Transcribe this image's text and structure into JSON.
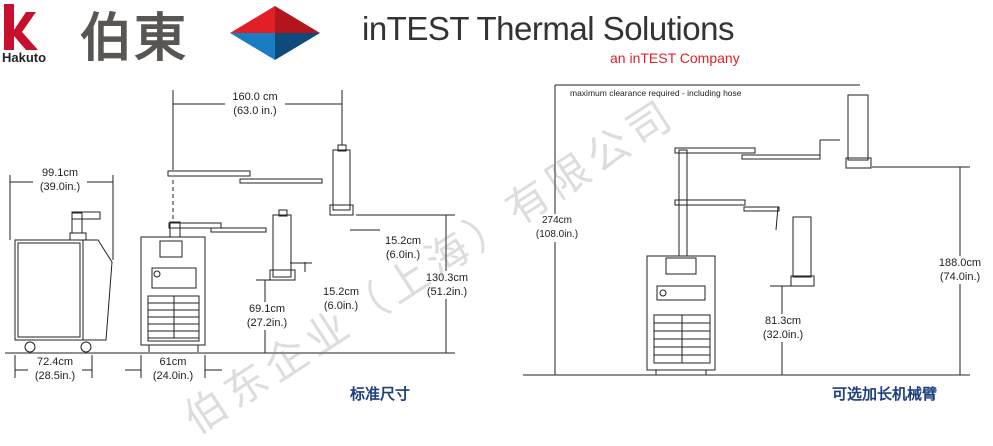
{
  "header": {
    "hakuto_logo_text": "Hakuto",
    "hakuto_cn": "伯東",
    "intest_title": "inTEST Thermal Solutions",
    "intest_subtitle": "an inTEST Company",
    "colors": {
      "hakuto_red": "#c8102e",
      "diamond_red": "#e21f26",
      "diamond_blue": "#1a7dc4",
      "caption_blue": "#1f3f7f"
    }
  },
  "standard": {
    "caption": "标准尺寸",
    "reach": {
      "cm": "160.0  cm",
      "in": "(63.0  in.)"
    },
    "cart_height": {
      "cm": "99.1cm",
      "in": "(39.0in.)"
    },
    "cart_depth": {
      "cm": "72.4cm",
      "in": "(28.5in.)"
    },
    "unit_width": {
      "cm": "61cm",
      "in": "(24.0in.)"
    },
    "lower_travel": {
      "cm": "15.2cm",
      "in": "(6.0in.)"
    },
    "upper_travel": {
      "cm": "15.2cm",
      "in": "(6.0in.)"
    },
    "min_height": {
      "cm": "69.1cm",
      "in": "(27.2in.)"
    },
    "max_height": {
      "cm": "130.3cm",
      "in": "(51.2in.)"
    }
  },
  "extended": {
    "caption": "可选加长机械臂",
    "clearance_note": "maximum clearance required - including hose",
    "clearance": {
      "cm": "274cm",
      "in": "(108.0in.)"
    },
    "min_height": {
      "cm": "81.3cm",
      "in": "(32.0in.)"
    },
    "max_height": {
      "cm": "188.0cm",
      "in": "(74.0in.)"
    }
  },
  "watermark": "伯东企业（上海）有限公司"
}
